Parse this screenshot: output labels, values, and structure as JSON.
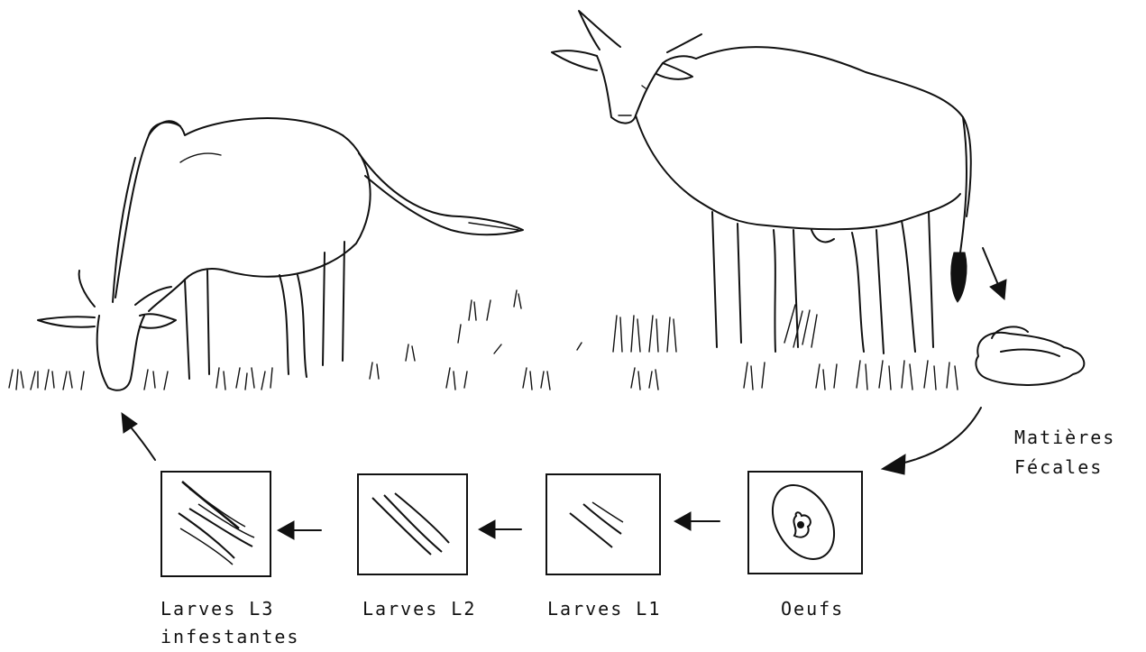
{
  "labels": {
    "feces_line1": "Matières",
    "feces_line2": "Fécales",
    "eggs": "Oeufs",
    "larvae_l1": "Larves L1",
    "larvae_l2": "Larves L2",
    "larvae_l3_line1": "Larves L3",
    "larvae_l3_line2": "infestantes"
  },
  "colors": {
    "ink": "#111111",
    "background": "#ffffff"
  }
}
